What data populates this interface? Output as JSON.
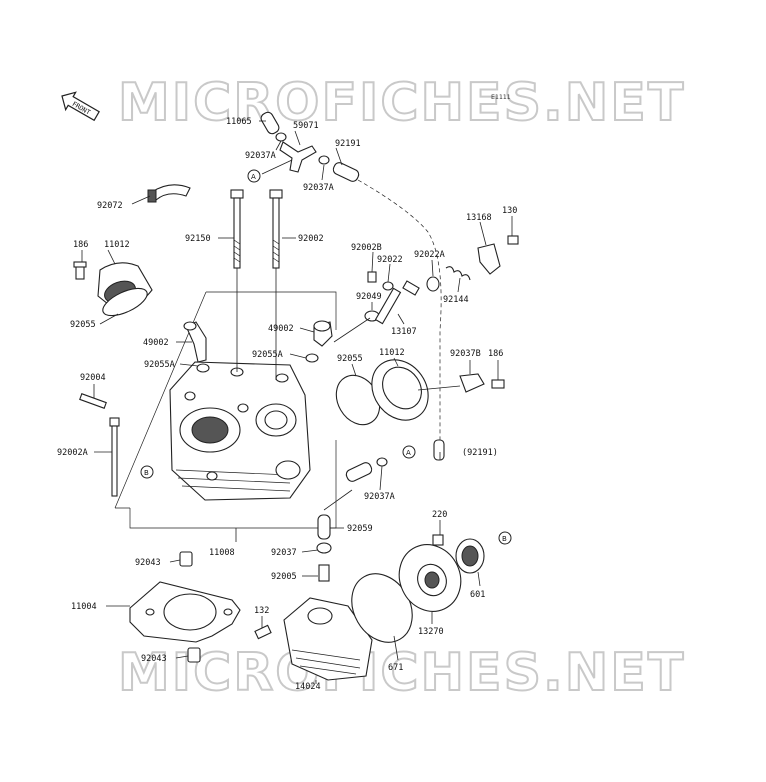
{
  "watermark": {
    "top": "MICROFICHES.NET",
    "bottom": "MICROFICHES.NET"
  },
  "figure_code": "E1111",
  "front_label": "FRONT",
  "ref_a": "A",
  "ref_b": "B",
  "labels": {
    "p11065": "11065",
    "p59071": "59071",
    "p92037a_1": "92037A",
    "p92037a_2": "92037A",
    "p92191_top": "92191",
    "p92072": "92072",
    "p92150": "92150",
    "p92002": "92002",
    "p186_left": "186",
    "p11012_left": "11012",
    "p92002b": "92002B",
    "p92022": "92022",
    "p92022a": "92022A",
    "p13168": "13168",
    "p130": "130",
    "p92049": "92049",
    "p92144": "92144",
    "p13107": "13107",
    "p92055_left": "92055",
    "p49002_left": "49002",
    "p49002_right": "49002",
    "p92055a_left": "92055A",
    "p92055a_right": "92055A",
    "p92055_right": "92055",
    "p11012_right": "11012",
    "p92037b": "92037B",
    "p186_right": "186",
    "p92004": "92004",
    "p92002a": "92002A",
    "p92191_paren": "(92191)",
    "p92037a_3": "92037A",
    "p92059": "92059",
    "p11008": "11008",
    "p220": "220",
    "p92037": "92037",
    "p92005": "92005",
    "p92043_top": "92043",
    "p11004": "11004",
    "p601": "601",
    "p132": "132",
    "p13270": "13270",
    "p92043_bottom": "92043",
    "p671": "671",
    "p14024": "14024"
  }
}
